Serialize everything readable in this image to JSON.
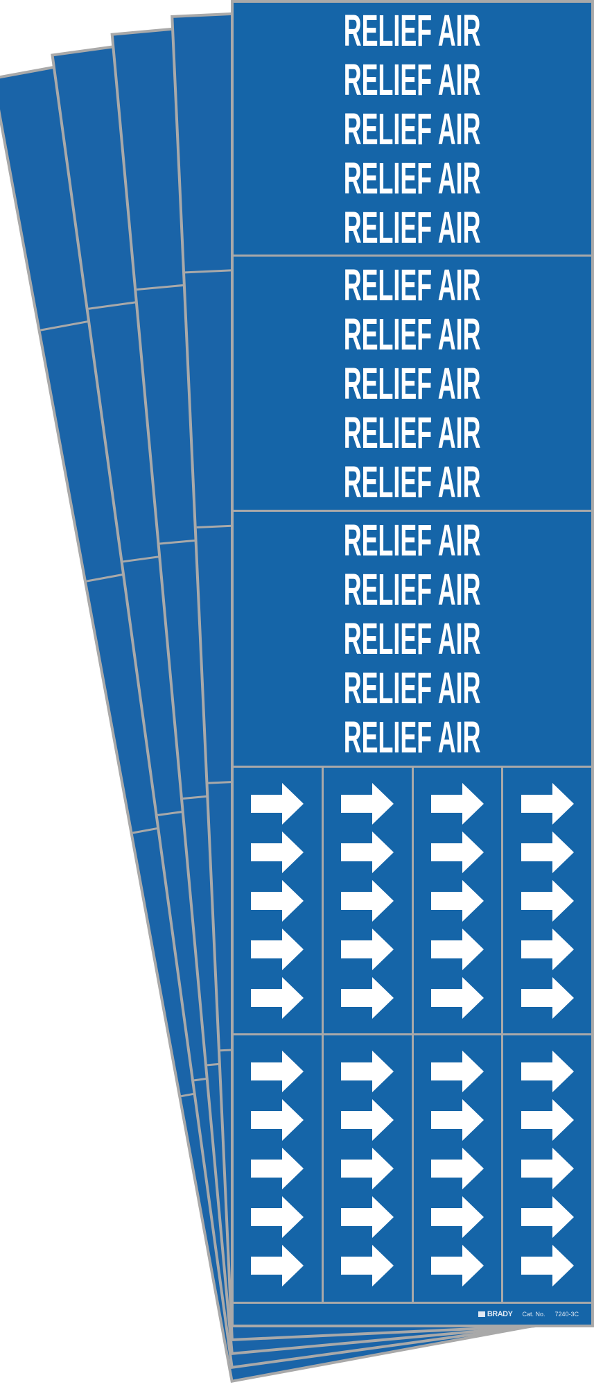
{
  "label_text": "RELIEF AIR",
  "text_sections": [
    {
      "rows": [
        "RELIEF AIR",
        "RELIEF AIR",
        "RELIEF AIR",
        "RELIEF AIR",
        "RELIEF AIR"
      ]
    },
    {
      "rows": [
        "RELIEF AIR",
        "RELIEF AIR",
        "RELIEF AIR",
        "RELIEF AIR",
        "RELIEF AIR"
      ]
    },
    {
      "rows": [
        "RELIEF AIR",
        "RELIEF AIR",
        "RELIEF AIR",
        "RELIEF AIR",
        "RELIEF AIR"
      ]
    }
  ],
  "arrow_sections": 2,
  "arrow_columns": 4,
  "arrows_per_column": 5,
  "arrow_icon": "arrow-right-icon",
  "footer": {
    "brand": "BRADY",
    "cat_label": "Cat. No.",
    "cat_number": "7240-3C"
  },
  "colors": {
    "label_blue": "#1565a8",
    "border_gray": "#a9a9a9",
    "text": "#ffffff"
  },
  "back_sheet_count": 4
}
